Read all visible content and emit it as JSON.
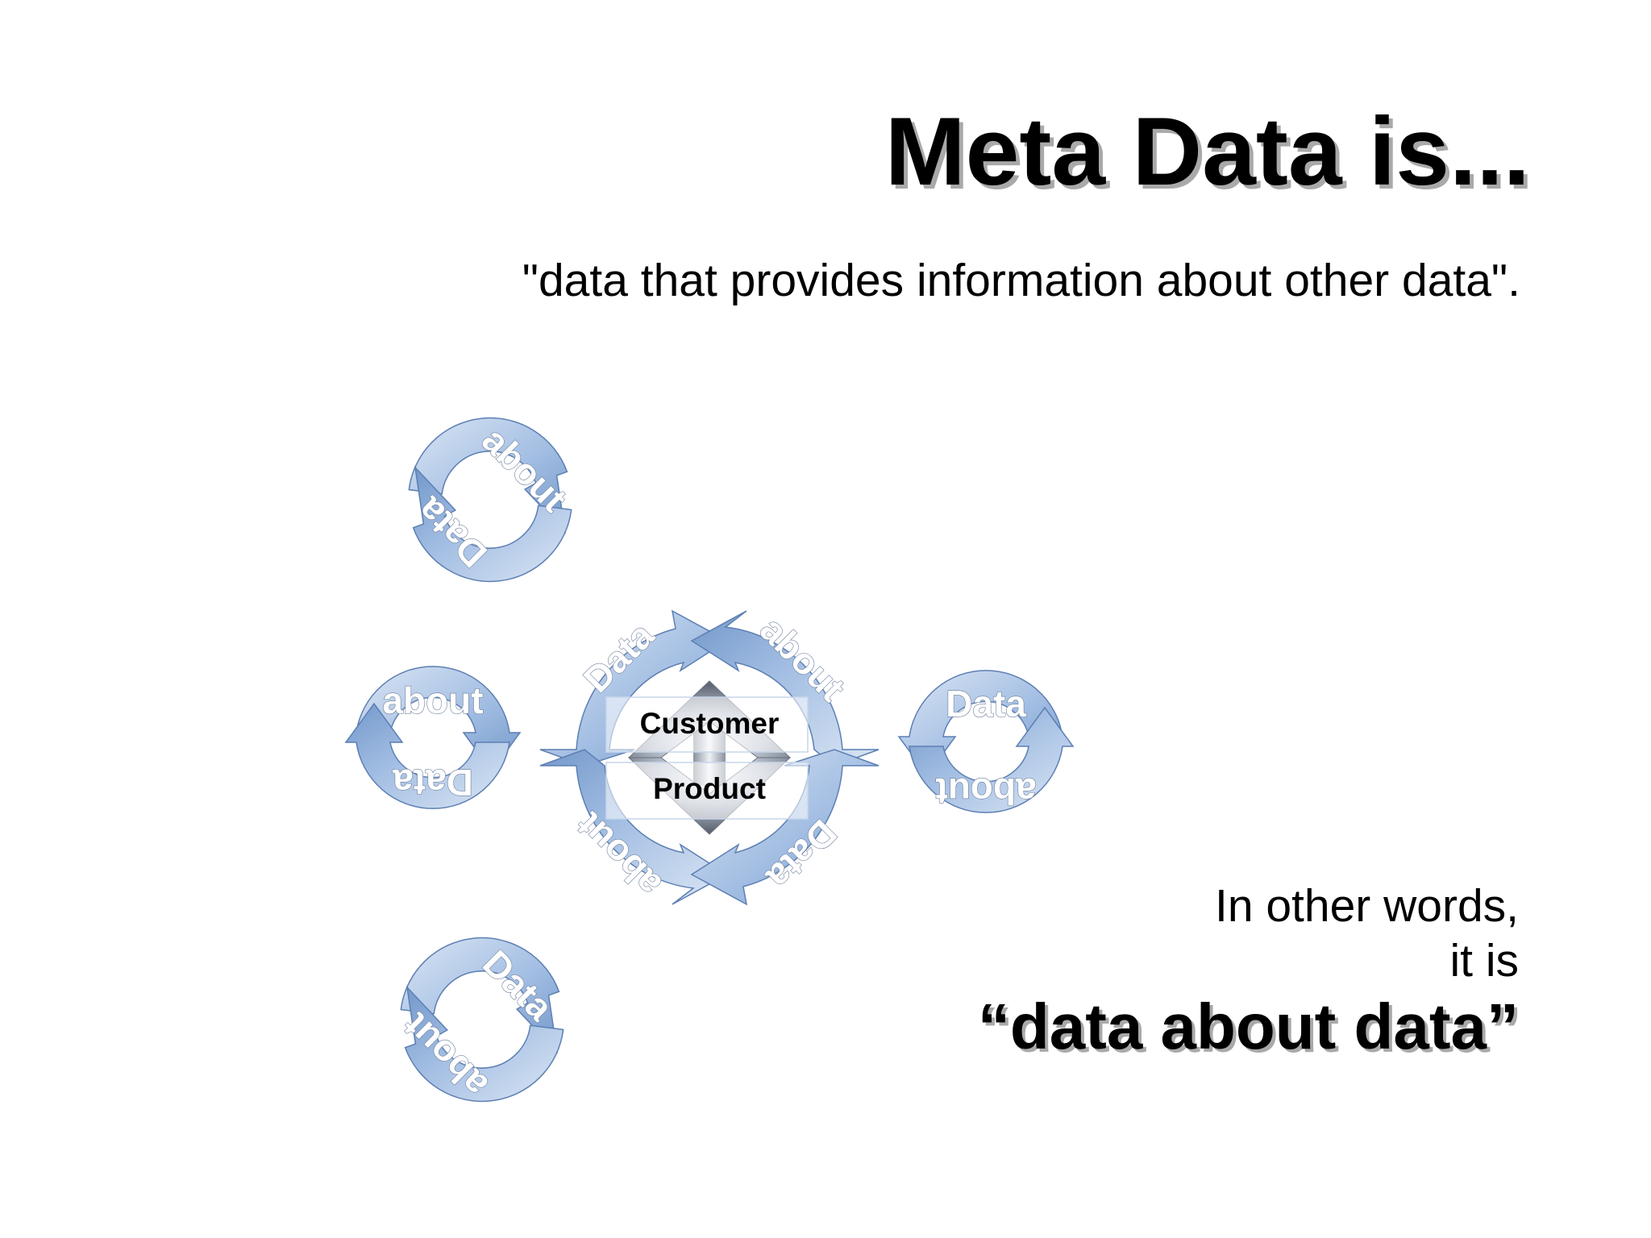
{
  "slide": {
    "title": "Meta Data is...",
    "definition": "\"data that provides information about other data\".",
    "summary": {
      "line1": "In other words,",
      "line2": "it is",
      "quote": "“data about data”"
    }
  },
  "diagram": {
    "center": {
      "top_label": "Customer",
      "bottom_label": "Product"
    },
    "cycles": [
      {
        "name": "top",
        "label_a": "about",
        "label_b": "Data"
      },
      {
        "name": "left",
        "label_a": "about",
        "label_b": "Data"
      },
      {
        "name": "right",
        "label_a": "Data",
        "label_b": "about"
      },
      {
        "name": "bottom",
        "label_a": "Data",
        "label_b": "about"
      },
      {
        "name": "inner-top-left",
        "label": "Data"
      },
      {
        "name": "inner-top-right",
        "label": "about"
      },
      {
        "name": "inner-bottom-left",
        "label": "about"
      },
      {
        "name": "inner-bottom-right",
        "label": "Data"
      }
    ],
    "colors": {
      "arrow_light": "#d4e1f2",
      "arrow_mid": "#9db9e0",
      "arrow_dark": "#6f94c8",
      "arrow_edge": "#5d7fb3",
      "center_arrow_light": "#f4f6fa",
      "center_arrow_dark": "#646c78"
    }
  }
}
